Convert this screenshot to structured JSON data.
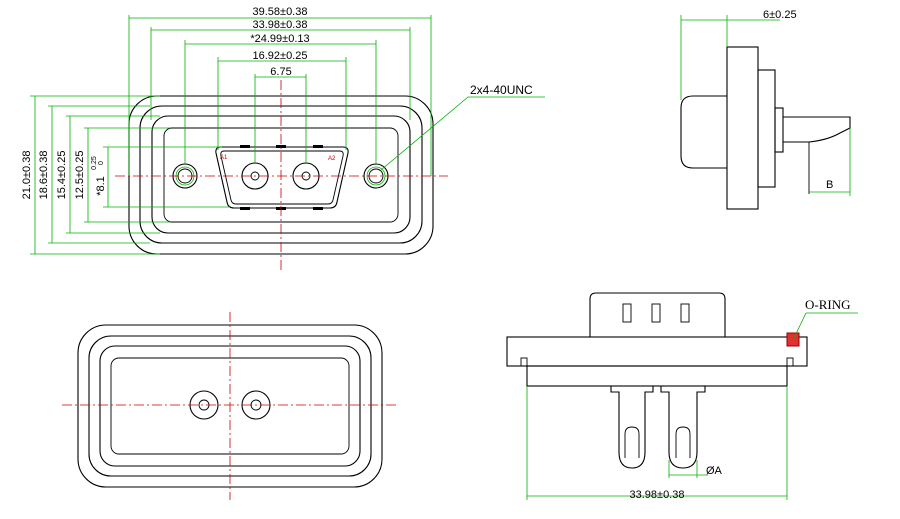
{
  "front_view": {
    "dim_width_overall": "39.58±0.38",
    "dim_width_flange": "33.98±0.38",
    "dim_mount_spacing": "*24.99±0.13",
    "dim_shell_width": "16.92±0.25",
    "dim_pin_pitch": "6.75",
    "dim_height_overall": "21.0±0.38",
    "dim_height_flange": "18.6±0.38",
    "dim_height_body": "15.4±0.25",
    "dim_height_shell": "12.5±0.25",
    "dim_height_insert": "*8.1",
    "dim_height_insert_tol_upper": "0.25",
    "dim_height_insert_tol_lower": "0",
    "thread_callout": "2x4-40UNC",
    "pin_label_a1": "A1",
    "pin_label_a2": "A2"
  },
  "side_view": {
    "dim_thickness": "6±0.25",
    "dim_b": "B"
  },
  "bottom_view": {
    "dim_width": "33.98±0.38",
    "dim_pin_diameter": "ØA",
    "oring_label": "O-RING"
  },
  "colors": {
    "outline": "#000000",
    "dimension": "#00b000",
    "centerline": "#cc0000",
    "oring": "#e03030"
  }
}
